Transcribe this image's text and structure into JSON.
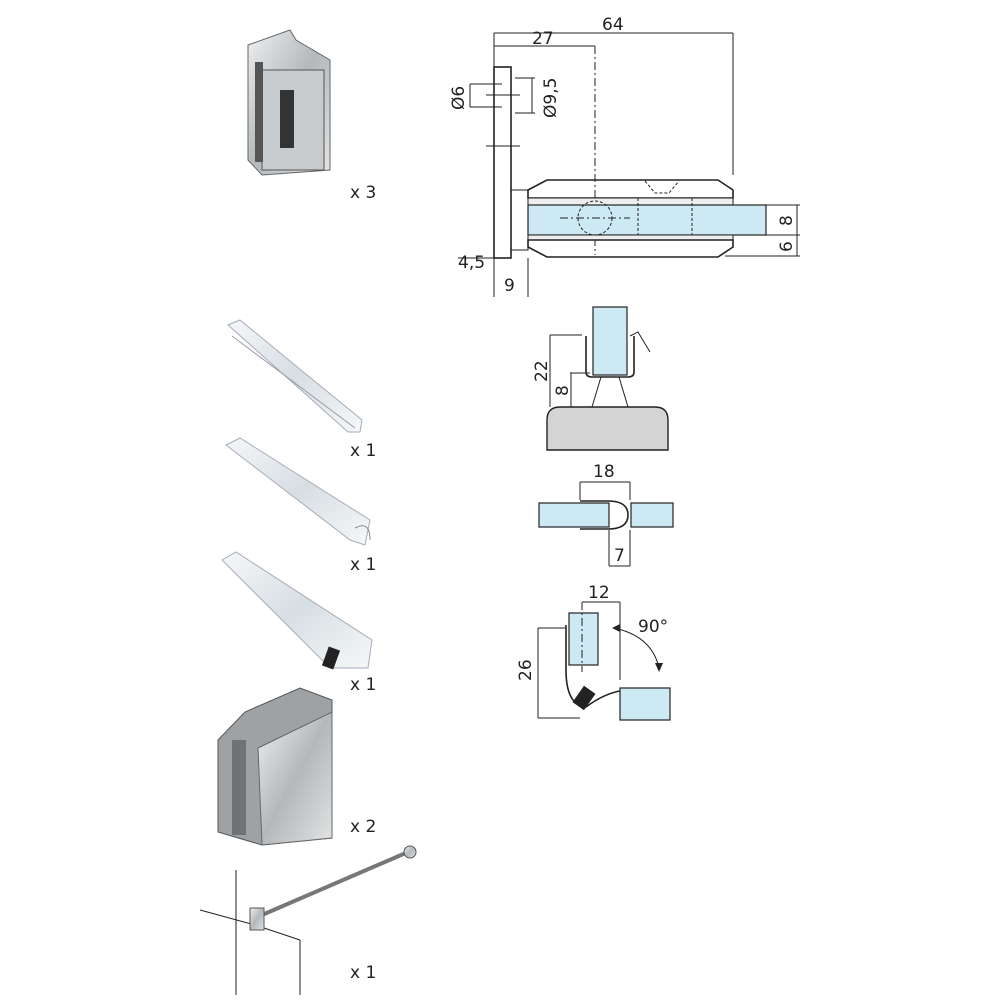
{
  "parts": [
    {
      "name": "hinge",
      "quantity": "x 3"
    },
    {
      "name": "seal-straight",
      "quantity": "x 1"
    },
    {
      "name": "seal-round",
      "quantity": "x 1"
    },
    {
      "name": "seal-magnetic",
      "quantity": "x 1"
    },
    {
      "name": "glass-clamp",
      "quantity": "x 2"
    },
    {
      "name": "support-rod",
      "quantity": "x 1"
    }
  ],
  "clamp_drawing": {
    "total_width": "64",
    "center_offset": "27",
    "hole_small": "Ø6",
    "hole_large": "Ø9,5",
    "plate_thickness": "4,5",
    "plate_depth": "9",
    "glass_thickness": "8",
    "lower_gap": "6"
  },
  "seal_bottom": {
    "height": "22",
    "lip": "8"
  },
  "seal_round": {
    "width": "18",
    "depth": "7"
  },
  "seal_corner": {
    "offset": "12",
    "angle": "90°",
    "height": "26"
  },
  "colors": {
    "glass": "#cdeaf4",
    "base": "#d4d4d4",
    "metal": "#b9bcbf"
  }
}
